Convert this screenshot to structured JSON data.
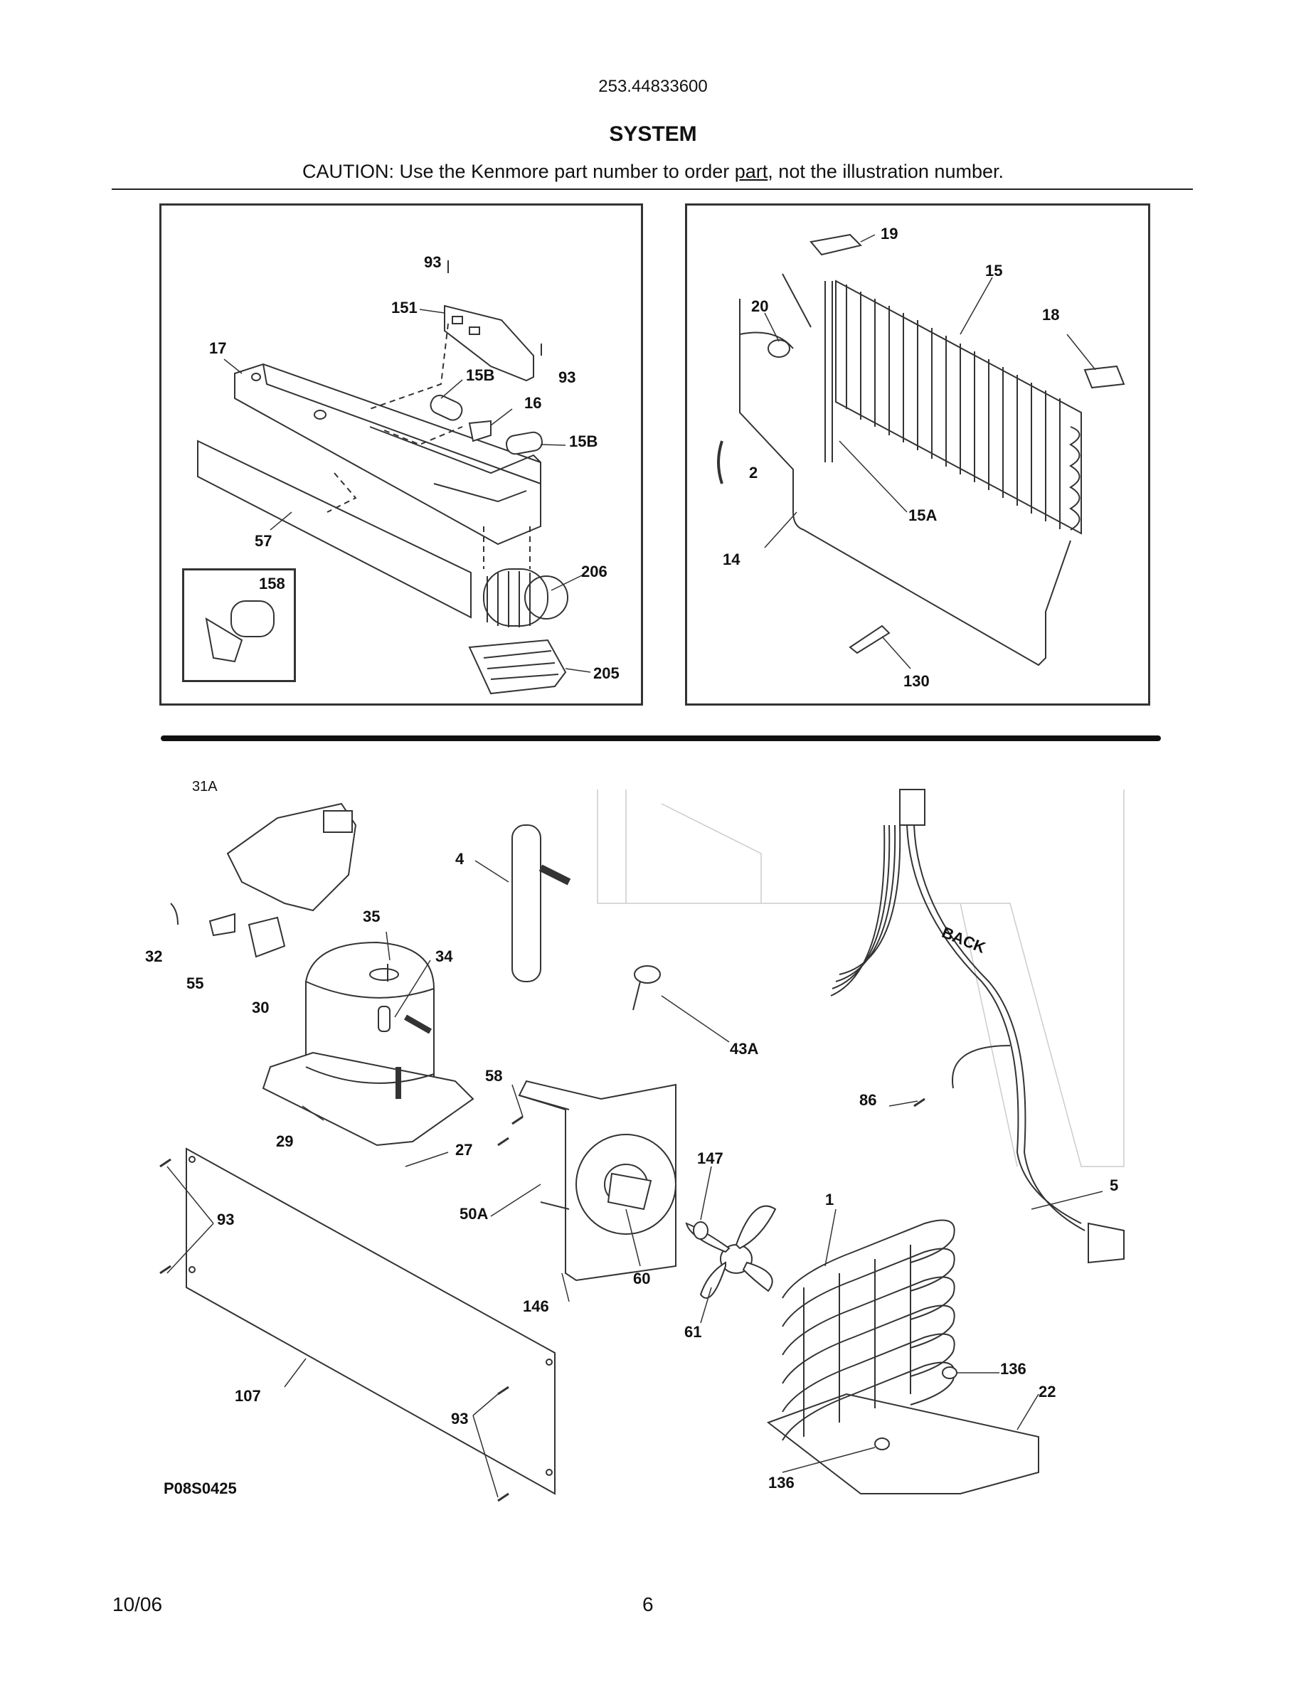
{
  "header": {
    "model_number": "253.44833600",
    "section_title": "SYSTEM",
    "caution_before": "CAUTION: Use the Kenmore part number to order ",
    "caution_underlined": "part",
    "caution_after": ", not the illustration number."
  },
  "panel_left": {
    "labels": [
      "93",
      "151",
      "17",
      "15B",
      "93",
      "16",
      "15B",
      "57",
      "158",
      "206",
      "205"
    ]
  },
  "panel_right": {
    "labels": [
      "19",
      "15",
      "20",
      "18",
      "2",
      "15A",
      "14",
      "130"
    ]
  },
  "lower_diagram": {
    "labels": [
      "31A",
      "4",
      "35",
      "34",
      "32",
      "55",
      "30",
      "29",
      "27",
      "58",
      "43A",
      "86",
      "93",
      "50A",
      "147",
      "5",
      "1",
      "60",
      "146",
      "61",
      "107",
      "93",
      "136",
      "22",
      "136"
    ],
    "back_label": "BACK",
    "figure_code": "P08S0425"
  },
  "footer": {
    "date": "10/06",
    "page_number": "6"
  }
}
